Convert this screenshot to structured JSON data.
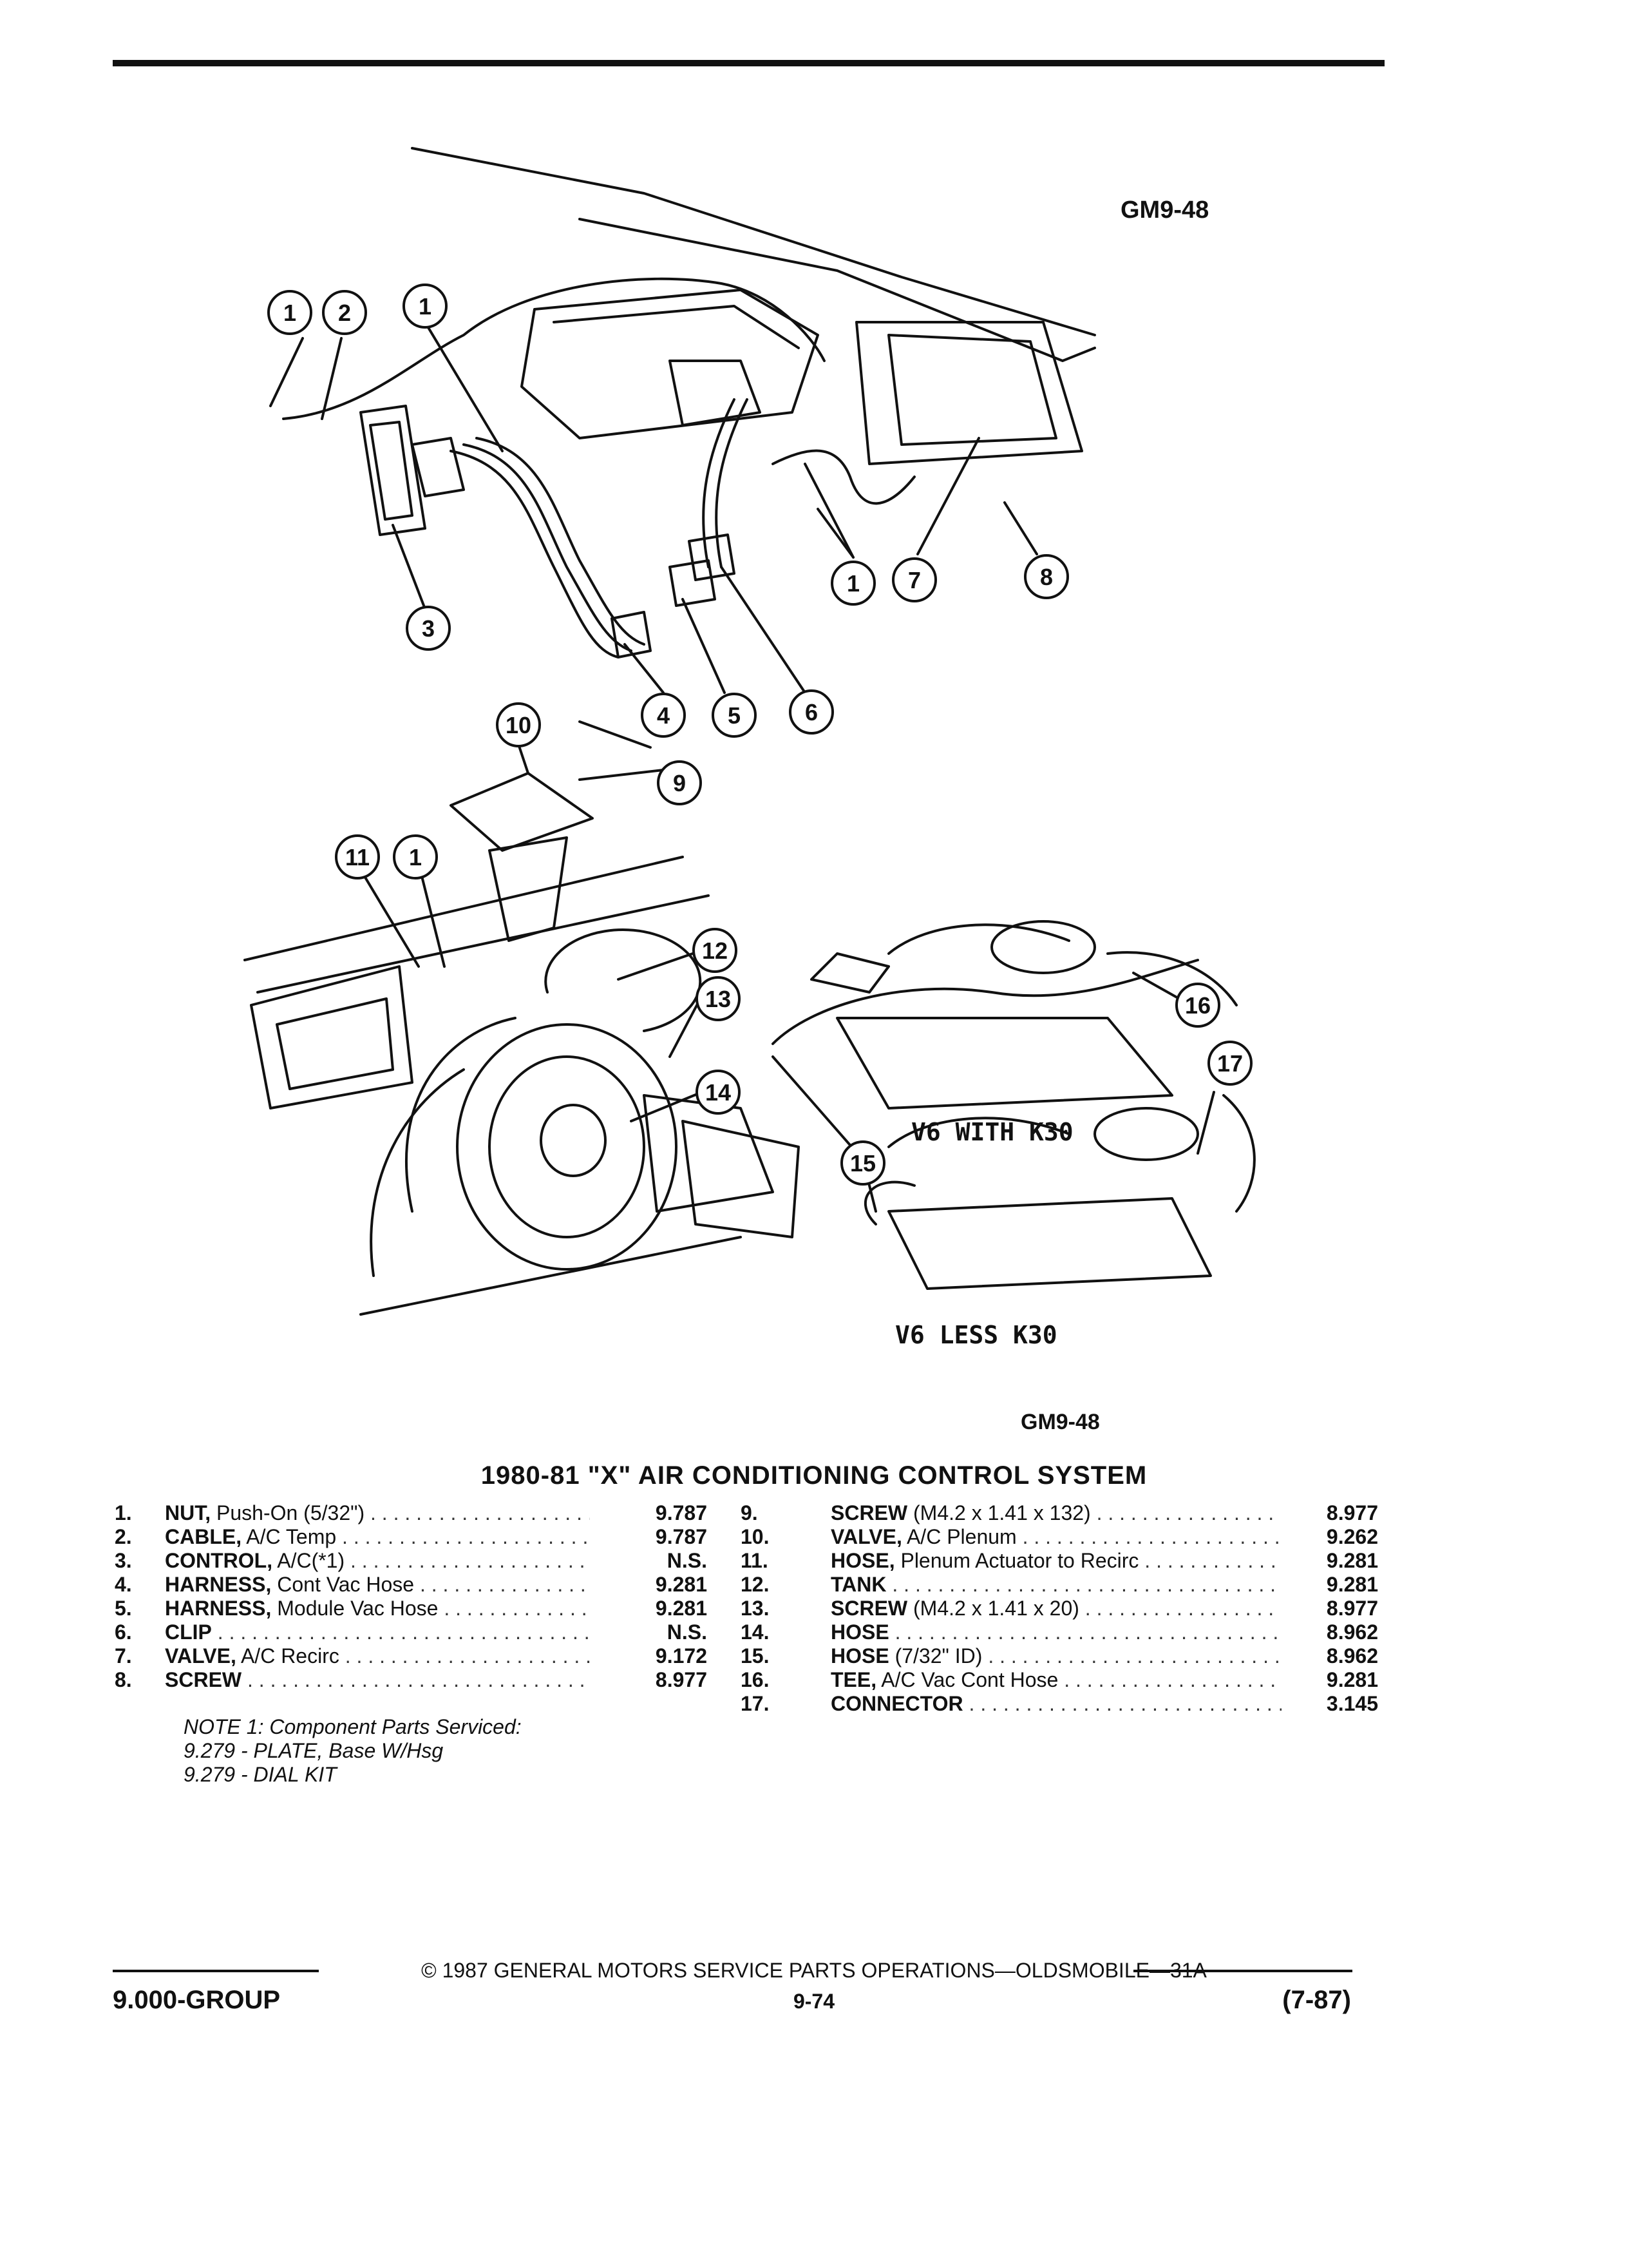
{
  "figure_id_top": "GM9-48",
  "figure_id_bottom": "GM9-48",
  "subcaption_k30": "V6 WITH K30",
  "subcaption_less": "V6 LESS K30",
  "callouts": [
    "1",
    "2",
    "3",
    "4",
    "5",
    "6",
    "7",
    "8",
    "9",
    "10",
    "11",
    "12",
    "13",
    "14",
    "15",
    "16",
    "17"
  ],
  "title": "1980-81 \"X\" AIR CONDITIONING CONTROL SYSTEM",
  "parts_left": [
    {
      "num": "1.",
      "name": "NUT,",
      "desc": " Push-On (5/32\")",
      "value": "9.787"
    },
    {
      "num": "2.",
      "name": "CABLE,",
      "desc": " A/C Temp",
      "value": "9.787"
    },
    {
      "num": "3.",
      "name": "CONTROL,",
      "desc": " A/C(*1)",
      "value": "N.S."
    },
    {
      "num": "4.",
      "name": "HARNESS,",
      "desc": " Cont Vac Hose",
      "value": "9.281"
    },
    {
      "num": "5.",
      "name": "HARNESS,",
      "desc": " Module Vac Hose",
      "value": "9.281"
    },
    {
      "num": "6.",
      "name": "CLIP",
      "desc": "",
      "value": "N.S."
    },
    {
      "num": "7.",
      "name": "VALVE,",
      "desc": " A/C Recirc",
      "value": "9.172"
    },
    {
      "num": "8.",
      "name": "SCREW",
      "desc": "",
      "value": "8.977"
    }
  ],
  "parts_right": [
    {
      "num": "9.",
      "name": "SCREW",
      "desc": " (M4.2 x 1.41 x 132)",
      "value": "8.977"
    },
    {
      "num": "10.",
      "name": "VALVE,",
      "desc": " A/C Plenum",
      "value": "9.262"
    },
    {
      "num": "11.",
      "name": "HOSE,",
      "desc": " Plenum Actuator to Recirc",
      "value": "9.281"
    },
    {
      "num": "12.",
      "name": "TANK",
      "desc": "",
      "value": "9.281"
    },
    {
      "num": "13.",
      "name": "SCREW",
      "desc": " (M4.2 x 1.41 x 20)",
      "value": "8.977"
    },
    {
      "num": "14.",
      "name": "HOSE",
      "desc": "",
      "value": "8.962"
    },
    {
      "num": "15.",
      "name": "HOSE",
      "desc": " (7/32\" ID)",
      "value": "8.962"
    },
    {
      "num": "16.",
      "name": "TEE,",
      "desc": " A/C Vac Cont Hose",
      "value": "9.281"
    },
    {
      "num": "17.",
      "name": "CONNECTOR",
      "desc": "",
      "value": "3.145"
    }
  ],
  "note": {
    "line1": "NOTE 1: Component Parts Serviced:",
    "line2": "9.279 - PLATE, Base W/Hsg",
    "line3": "9.279 - DIAL KIT"
  },
  "footer": {
    "center": "© 1987 GENERAL MOTORS SERVICE PARTS OPERATIONS—OLDSMOBILE—31A",
    "group": "9.000-GROUP",
    "page": "9-74",
    "date": "(7-87)"
  }
}
